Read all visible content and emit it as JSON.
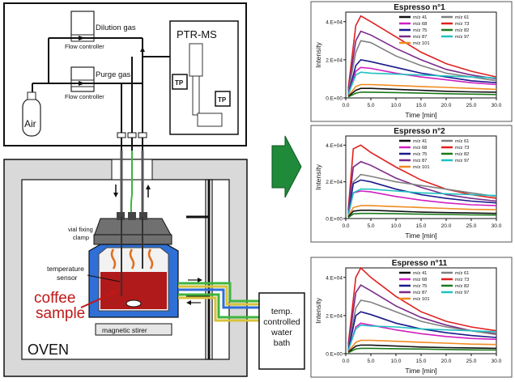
{
  "apparatus": {
    "dilution_label": "Dilution gas",
    "flow_controller_1": "Flow controller",
    "purge_label": "Purge gas",
    "flow_controller_2": "Flow controller",
    "air_label": "Air",
    "ptrms_label": "PTR-MS",
    "tp_1": "TP",
    "tp_2": "TP",
    "vial_label_1": "vial fixing",
    "vial_label_2": "clamp",
    "temp_sensor_1": "temperature",
    "temp_sensor_2": "sensor",
    "coffee_1": "coffee",
    "coffee_2": "sample",
    "stirrer_label": "magnetic stirer",
    "oven_label": "OVEN",
    "bath_1": "temp.",
    "bath_2": "controlled",
    "bath_3": "water",
    "bath_4": "bath"
  },
  "colors": {
    "arrow": "#1f8a3a",
    "water": "#2f6fd6",
    "coffee": "#b01a1a",
    "green_line": "#3fb43f",
    "yellow_line": "#d8c23a"
  },
  "chart_data": [
    {
      "type": "line",
      "title": "Espresso n°1",
      "xlabel": "Time [min]",
      "ylabel": "Intensity",
      "xlim": [
        0,
        30
      ],
      "ylim": [
        0,
        45000
      ],
      "x_ticks": [
        "0.0",
        "5.0",
        "10.0",
        "15.0",
        "20.0",
        "25.0",
        "30.0"
      ],
      "y_ticks": [
        "0.E+00",
        "2.E+04",
        "4.E+04"
      ],
      "legend": [
        {
          "name": "m/z 41",
          "color": "#111111"
        },
        {
          "name": "m/z 61",
          "color": "#808080"
        },
        {
          "name": "m/z 68",
          "color": "#d020c0"
        },
        {
          "name": "m/z 73",
          "color": "#e02020"
        },
        {
          "name": "m/z 75",
          "color": "#1a1a8a"
        },
        {
          "name": "m/z 82",
          "color": "#1a7a1a"
        },
        {
          "name": "m/z 87",
          "color": "#7a2a8a"
        },
        {
          "name": "m/z 97",
          "color": "#20c0c0"
        },
        {
          "name": "m/z 101",
          "color": "#f08a20"
        }
      ],
      "series": [
        {
          "name": "m/z 73",
          "x": [
            0.5,
            2,
            3,
            5,
            10,
            15,
            20,
            25,
            30
          ],
          "values": [
            5000,
            38000,
            43000,
            40000,
            32000,
            24000,
            18000,
            14000,
            11000
          ]
        },
        {
          "name": "m/z 87",
          "x": [
            0.5,
            2,
            3,
            5,
            10,
            15,
            20,
            25,
            30
          ],
          "values": [
            4000,
            30000,
            35000,
            33000,
            26000,
            20000,
            15000,
            12000,
            10000
          ]
        },
        {
          "name": "m/z 61",
          "x": [
            0.5,
            2,
            3,
            5,
            10,
            15,
            20,
            25,
            30
          ],
          "values": [
            3000,
            24000,
            30000,
            29000,
            22000,
            17000,
            13000,
            11000,
            9000
          ]
        },
        {
          "name": "m/z 75",
          "x": [
            0.5,
            2,
            3,
            5,
            10,
            15,
            20,
            25,
            30
          ],
          "values": [
            2000,
            17000,
            20000,
            19000,
            16000,
            13000,
            11000,
            9000,
            8000
          ]
        },
        {
          "name": "m/z 68",
          "x": [
            0.5,
            2,
            3,
            5,
            10,
            15,
            20,
            25,
            30
          ],
          "values": [
            1500,
            14000,
            16000,
            15500,
            13000,
            11000,
            9500,
            8000,
            7000
          ]
        },
        {
          "name": "m/z 97",
          "x": [
            0.5,
            2,
            3,
            5,
            10,
            15,
            20,
            25,
            30
          ],
          "values": [
            2000,
            12000,
            13500,
            13000,
            12500,
            12000,
            11500,
            11000,
            10500
          ]
        },
        {
          "name": "m/z 101",
          "x": [
            0.5,
            2,
            3,
            5,
            10,
            15,
            20,
            25,
            30
          ],
          "values": [
            1000,
            6000,
            7000,
            7000,
            6500,
            6000,
            5500,
            5000,
            4500
          ]
        },
        {
          "name": "m/z 41",
          "x": [
            0.5,
            2,
            3,
            5,
            10,
            15,
            20,
            25,
            30
          ],
          "values": [
            800,
            4000,
            5000,
            5000,
            4500,
            4000,
            3500,
            3200,
            3000
          ]
        },
        {
          "name": "m/z 82",
          "x": [
            0.5,
            2,
            3,
            5,
            10,
            15,
            20,
            25,
            30
          ],
          "values": [
            500,
            2500,
            3000,
            3000,
            2800,
            2500,
            2200,
            2000,
            1800
          ]
        }
      ]
    },
    {
      "type": "line",
      "title": "Espresso n°2",
      "xlabel": "Time [min]",
      "ylabel": "Intensity",
      "xlim": [
        0,
        30
      ],
      "ylim": [
        0,
        45000
      ],
      "x_ticks": [
        "0.0",
        "5.0",
        "10.0",
        "15.0",
        "20.0",
        "25.0",
        "30.0"
      ],
      "y_ticks": [
        "0.E+00",
        "2.E+04",
        "4.E+04"
      ],
      "legend": [
        {
          "name": "m/z 41",
          "color": "#111111"
        },
        {
          "name": "m/z 61",
          "color": "#808080"
        },
        {
          "name": "m/z 68",
          "color": "#d020c0"
        },
        {
          "name": "m/z 73",
          "color": "#e02020"
        },
        {
          "name": "m/z 75",
          "color": "#1a1a8a"
        },
        {
          "name": "m/z 82",
          "color": "#1a7a1a"
        },
        {
          "name": "m/z 87",
          "color": "#7a2a8a"
        },
        {
          "name": "m/z 97",
          "color": "#20c0c0"
        },
        {
          "name": "m/z 101",
          "color": "#f08a20"
        }
      ],
      "series": [
        {
          "name": "m/z 73",
          "x": [
            0.5,
            1.5,
            3,
            5,
            10,
            15,
            20,
            25,
            30
          ],
          "values": [
            5000,
            38000,
            40000,
            36000,
            28000,
            21000,
            16000,
            13000,
            11000
          ]
        },
        {
          "name": "m/z 87",
          "x": [
            0.5,
            1.5,
            3,
            5,
            10,
            15,
            20,
            25,
            30
          ],
          "values": [
            4000,
            28000,
            31000,
            29000,
            22000,
            17000,
            13000,
            11000,
            9500
          ]
        },
        {
          "name": "m/z 61",
          "x": [
            0.5,
            1.5,
            3,
            5,
            10,
            15,
            20,
            25,
            30
          ],
          "values": [
            3000,
            20000,
            24000,
            23000,
            20000,
            18000,
            16000,
            14000,
            12000
          ]
        },
        {
          "name": "m/z 75",
          "x": [
            0.5,
            1.5,
            3,
            5,
            10,
            15,
            20,
            25,
            30
          ],
          "values": [
            2000,
            19000,
            21000,
            20000,
            16000,
            13000,
            11000,
            9500,
            8500
          ]
        },
        {
          "name": "m/z 68",
          "x": [
            0.5,
            1.5,
            3,
            5,
            10,
            15,
            20,
            25,
            30
          ],
          "values": [
            1500,
            14000,
            15000,
            14500,
            12000,
            10000,
            8500,
            7500,
            7000
          ]
        },
        {
          "name": "m/z 97",
          "x": [
            0.5,
            1.5,
            3,
            5,
            10,
            15,
            20,
            25,
            30
          ],
          "values": [
            2000,
            14000,
            16000,
            16000,
            15000,
            14000,
            13500,
            13000,
            12500
          ]
        },
        {
          "name": "m/z 101",
          "x": [
            0.5,
            1.5,
            3,
            5,
            10,
            15,
            20,
            25,
            30
          ],
          "values": [
            1000,
            6000,
            7000,
            7000,
            6500,
            6000,
            5500,
            5000,
            4800
          ]
        },
        {
          "name": "m/z 41",
          "x": [
            0.5,
            1.5,
            3,
            5,
            10,
            15,
            20,
            25,
            30
          ],
          "values": [
            800,
            4000,
            4500,
            4500,
            4000,
            3500,
            3200,
            3000,
            2800
          ]
        },
        {
          "name": "m/z 82",
          "x": [
            0.5,
            1.5,
            3,
            5,
            10,
            15,
            20,
            25,
            30
          ],
          "values": [
            500,
            2500,
            2800,
            2800,
            2600,
            2400,
            2200,
            2000,
            1900
          ]
        }
      ]
    },
    {
      "type": "line",
      "title": "Espresso n°11",
      "xlabel": "Time [min]",
      "ylabel": "Intensity",
      "xlim": [
        0,
        30
      ],
      "ylim": [
        0,
        45000
      ],
      "x_ticks": [
        "0.0",
        "5.0",
        "10.0",
        "15.0",
        "20.0",
        "25.0",
        "30.0"
      ],
      "y_ticks": [
        "0.E+00",
        "2.E+04",
        "4.E+04"
      ],
      "legend": [
        {
          "name": "m/z 41",
          "color": "#111111"
        },
        {
          "name": "m/z 61",
          "color": "#808080"
        },
        {
          "name": "m/z 68",
          "color": "#d020c0"
        },
        {
          "name": "m/z 73",
          "color": "#e02020"
        },
        {
          "name": "m/z 75",
          "color": "#1a1a8a"
        },
        {
          "name": "m/z 82",
          "color": "#1a7a1a"
        },
        {
          "name": "m/z 87",
          "color": "#7a2a8a"
        },
        {
          "name": "m/z 97",
          "color": "#20c0c0"
        },
        {
          "name": "m/z 101",
          "color": "#f08a20"
        }
      ],
      "series": [
        {
          "name": "m/z 73",
          "x": [
            0.5,
            2,
            3,
            5,
            10,
            15,
            20,
            25,
            30
          ],
          "values": [
            5000,
            40000,
            45000,
            40000,
            30000,
            22000,
            17000,
            14000,
            12000
          ]
        },
        {
          "name": "m/z 87",
          "x": [
            0.5,
            2,
            3,
            5,
            10,
            15,
            20,
            25,
            30
          ],
          "values": [
            4000,
            32000,
            36000,
            33000,
            25000,
            19000,
            15000,
            12000,
            10500
          ]
        },
        {
          "name": "m/z 61",
          "x": [
            0.5,
            2,
            3,
            5,
            10,
            15,
            20,
            25,
            30
          ],
          "values": [
            3000,
            24000,
            28000,
            27000,
            22000,
            17000,
            14000,
            12000,
            10000
          ]
        },
        {
          "name": "m/z 75",
          "x": [
            0.5,
            2,
            3,
            5,
            10,
            15,
            20,
            25,
            30
          ],
          "values": [
            2000,
            20000,
            22000,
            20500,
            16000,
            13000,
            11000,
            9500,
            8500
          ]
        },
        {
          "name": "m/z 68",
          "x": [
            0.5,
            2,
            3,
            5,
            10,
            15,
            20,
            25,
            30
          ],
          "values": [
            1500,
            14000,
            16000,
            15000,
            12500,
            10500,
            9000,
            8000,
            7500
          ]
        },
        {
          "name": "m/z 97",
          "x": [
            0.5,
            2,
            3,
            5,
            10,
            15,
            20,
            25,
            30
          ],
          "values": [
            2000,
            13000,
            15000,
            14500,
            14000,
            13000,
            12500,
            12000,
            11500
          ]
        },
        {
          "name": "m/z 101",
          "x": [
            0.5,
            2,
            3,
            5,
            10,
            15,
            20,
            25,
            30
          ],
          "values": [
            1000,
            6000,
            7000,
            7000,
            6500,
            6000,
            5500,
            5000,
            4800
          ]
        },
        {
          "name": "m/z 41",
          "x": [
            0.5,
            2,
            3,
            5,
            10,
            15,
            20,
            25,
            30
          ],
          "values": [
            800,
            4000,
            4500,
            4500,
            4000,
            3500,
            3200,
            3000,
            2800
          ]
        },
        {
          "name": "m/z 82",
          "x": [
            0.5,
            2,
            3,
            5,
            10,
            15,
            20,
            25,
            30
          ],
          "values": [
            500,
            2500,
            2800,
            2800,
            2600,
            2400,
            2200,
            2000,
            1900
          ]
        }
      ]
    }
  ]
}
